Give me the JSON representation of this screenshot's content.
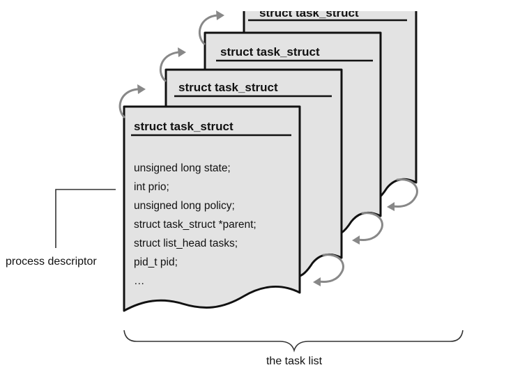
{
  "descriptors": [
    {
      "title": "struct task_struct"
    },
    {
      "title": "struct task_struct"
    },
    {
      "title": "struct task_struct"
    },
    {
      "title": "struct task_struct",
      "fields": [
        "unsigned long state;",
        "int prio;",
        "unsigned long policy;",
        "struct task_struct *parent;",
        "struct list_head tasks;",
        "pid_t pid;",
        "…"
      ]
    }
  ],
  "labels": {
    "process_descriptor": "process descriptor",
    "task_list": "the task list"
  },
  "colors": {
    "card_fill": "#e3e3e3",
    "outline": "#111111",
    "arrow": "#888888"
  }
}
